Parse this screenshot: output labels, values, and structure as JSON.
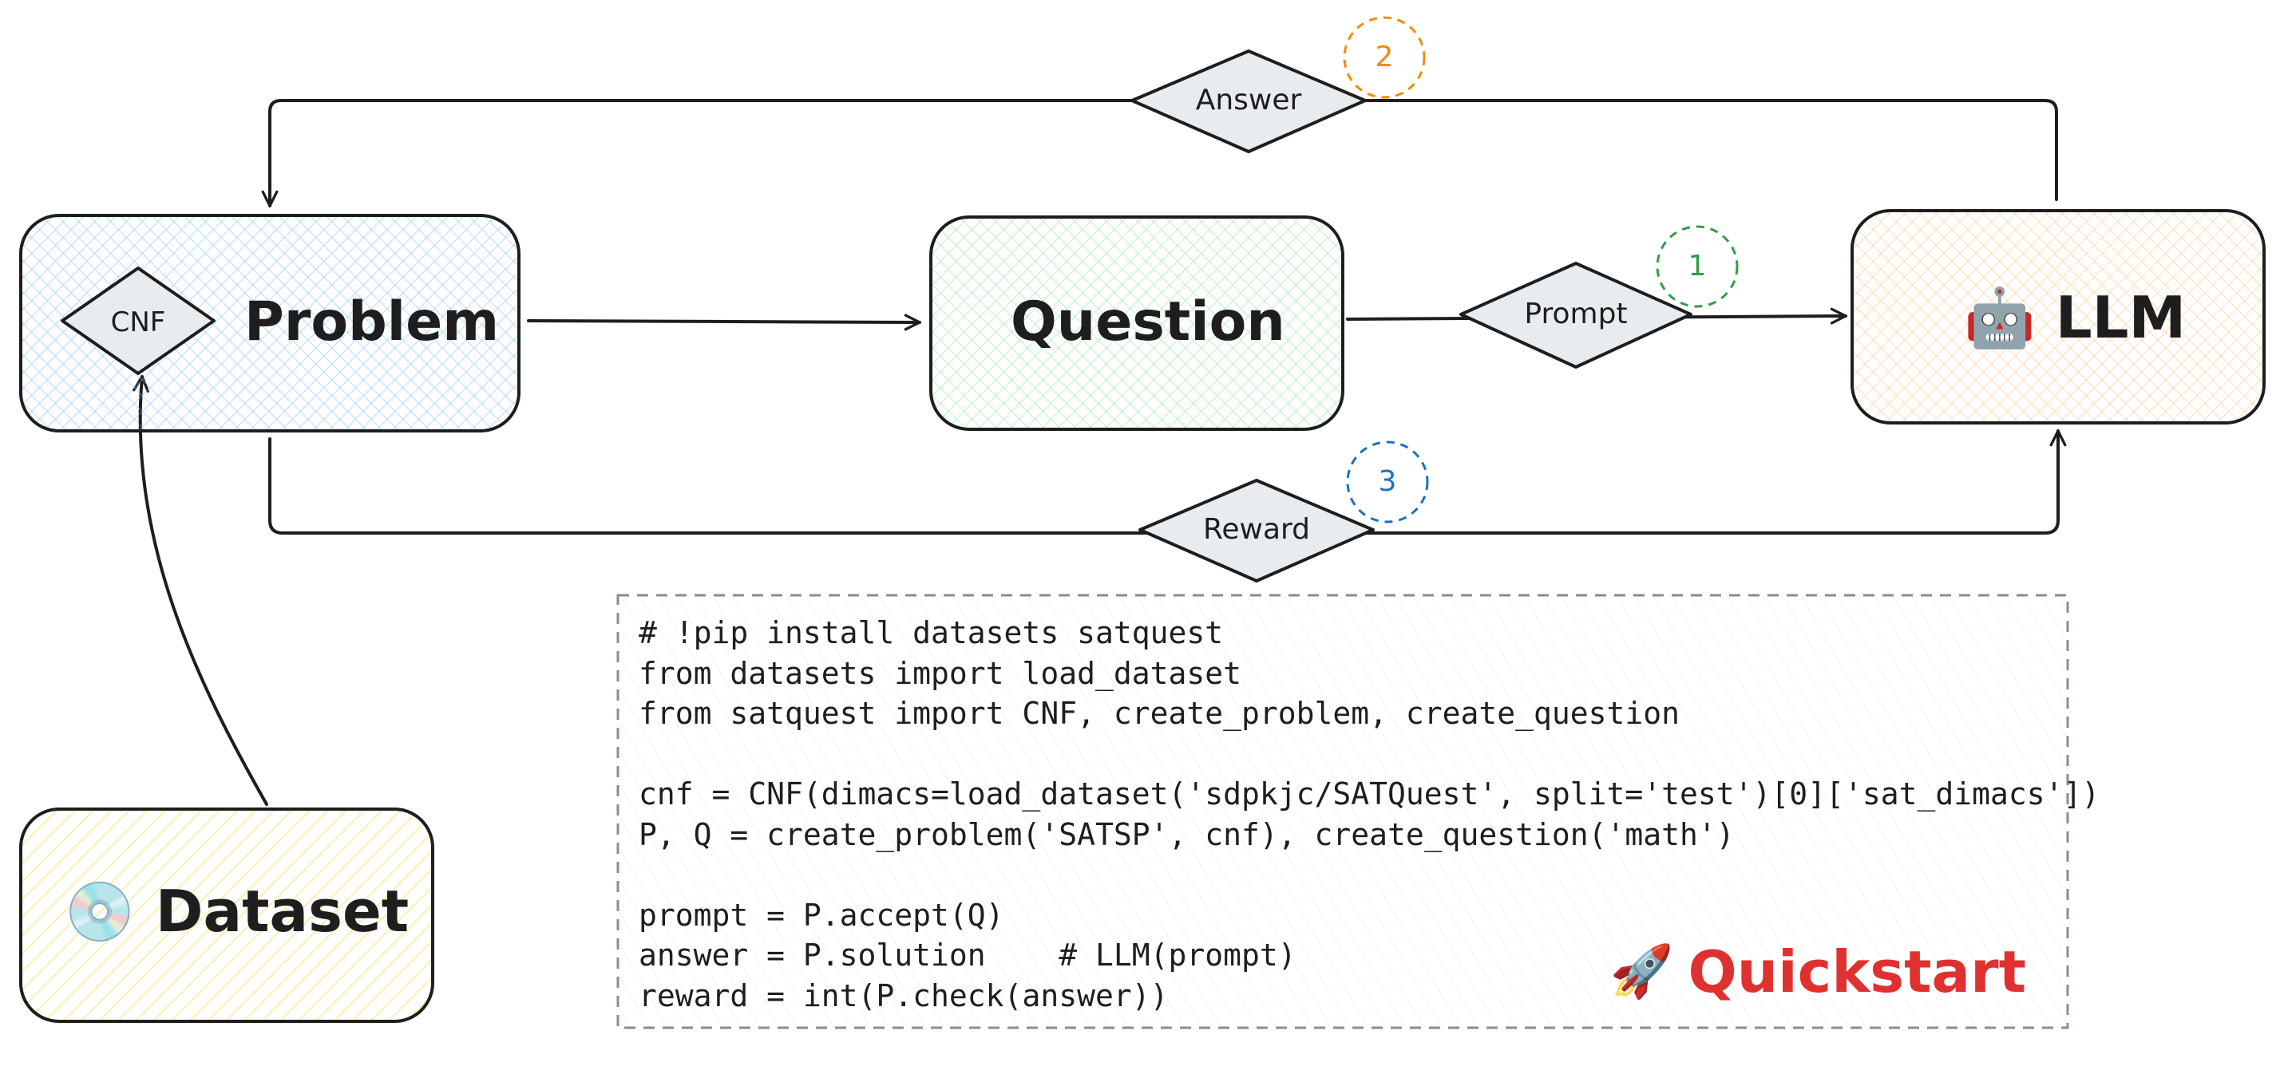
{
  "nodes": {
    "problem": {
      "label": "Problem",
      "fill": "#a5d8ff"
    },
    "question": {
      "label": "Question",
      "fill": "#b2f2bb"
    },
    "llm": {
      "label": "LLM",
      "icon": "robot-icon",
      "fill": "#ffd8a8"
    },
    "dataset": {
      "label": "Dataset",
      "icon": "disc-icon",
      "fill": "#ffec99"
    }
  },
  "diamonds": {
    "cnf": "CNF",
    "answer": "Answer",
    "prompt": "Prompt",
    "reward": "Reward"
  },
  "badges": {
    "answer": {
      "number": "2",
      "color": "#f08c00"
    },
    "prompt": {
      "number": "1",
      "color": "#2f9e44"
    },
    "reward": {
      "number": "3",
      "color": "#1971c2"
    }
  },
  "code": {
    "lines": [
      "# !pip install datasets satquest",
      "from datasets import load_dataset",
      "from satquest import CNF, create_problem, create_question",
      "",
      "cnf = CNF(dimacs=load_dataset('sdpkjc/SATQuest', split='test')[0]['sat_dimacs'])",
      "P, Q = create_problem('SATSP', cnf), create_question('math')",
      "",
      "prompt = P.accept(Q)",
      "answer = P.solution    # LLM(prompt)",
      "reward = int(P.check(answer))"
    ]
  },
  "quickstart": {
    "label": "Quickstart",
    "icon": "rocket-icon",
    "color": "#e03131"
  },
  "colors": {
    "stroke": "#1e1e1e",
    "diamond_fill": "#e9ecef",
    "code_border": "#868e96"
  }
}
